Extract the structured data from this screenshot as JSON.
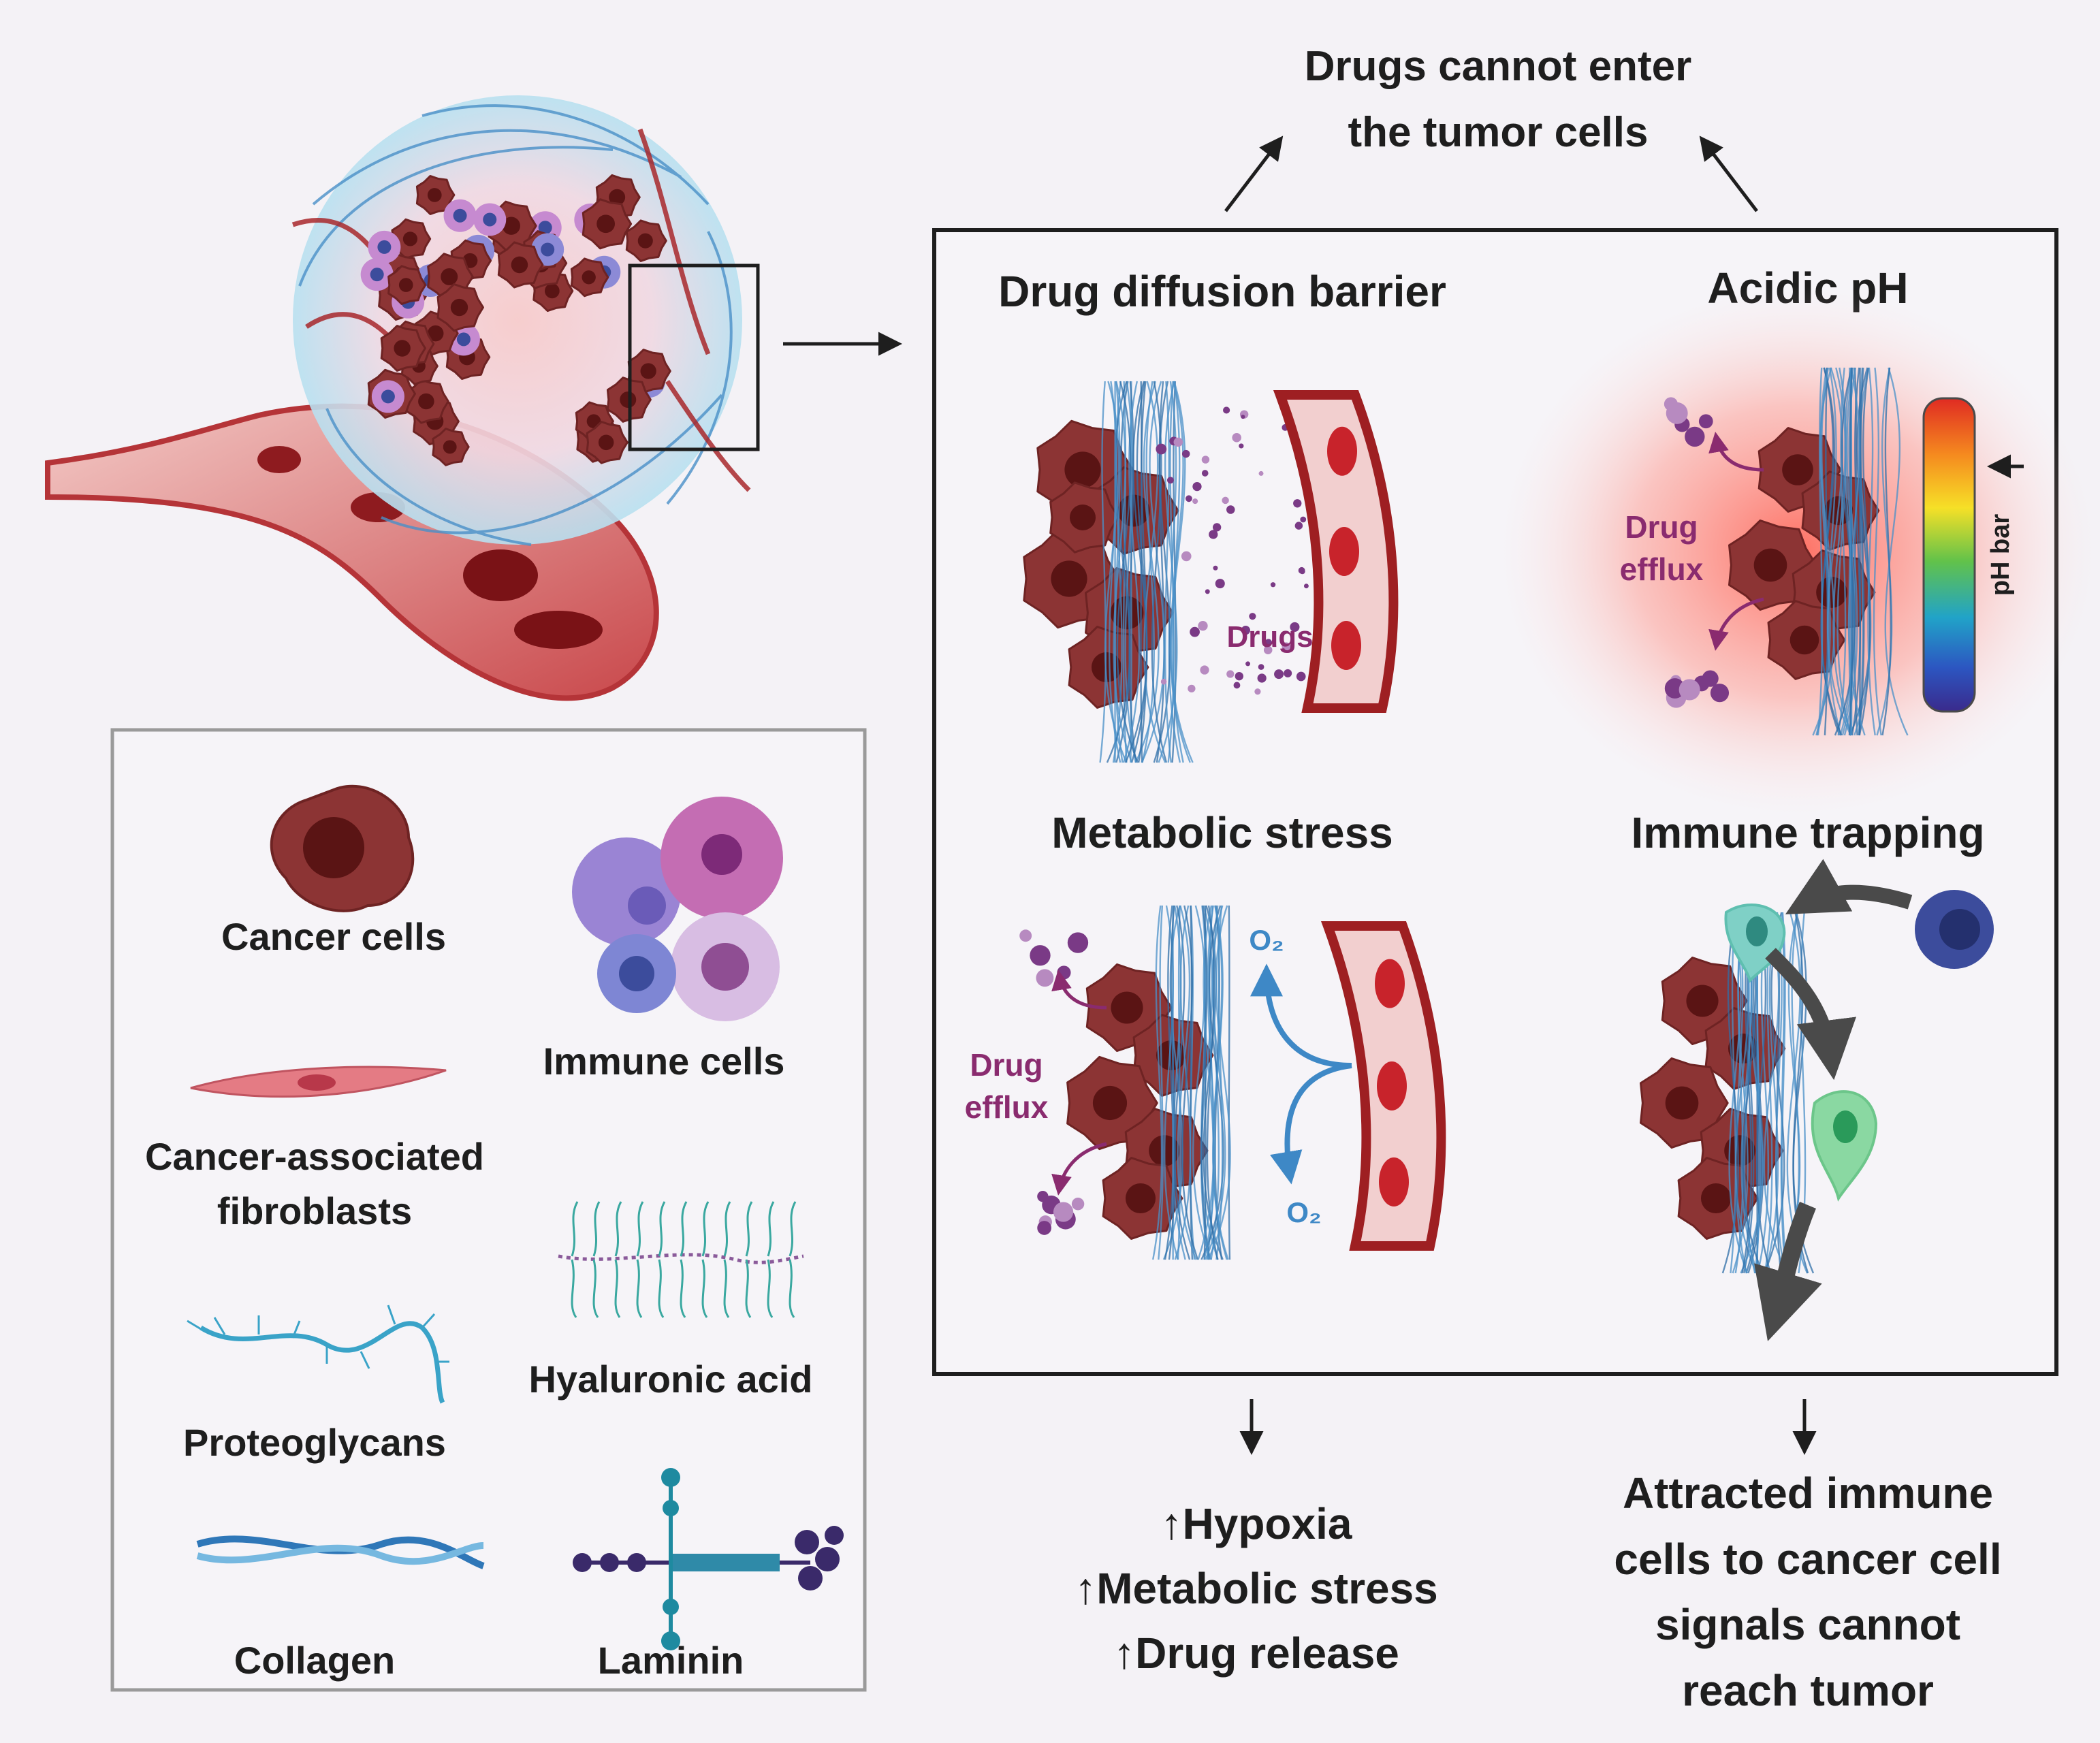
{
  "top_caption": {
    "line1": "Drugs cannot enter",
    "line2": "the tumor cells"
  },
  "panels": {
    "drug_diffusion": {
      "title": "Drug diffusion barrier",
      "label": "Drugs"
    },
    "acidic_ph": {
      "title": "Acidic pH",
      "efflux_line1": "Drug",
      "efflux_line2": "efflux",
      "bar_label": "pH bar"
    },
    "metabolic": {
      "title": "Metabolic stress",
      "efflux_line1": "Drug",
      "efflux_line2": "efflux",
      "o2_top": "O₂",
      "o2_bottom": "O₂"
    },
    "immune": {
      "title": "Immune trapping"
    }
  },
  "outcomes": {
    "metabolic": [
      "↑Hypoxia",
      "↑Metabolic stress",
      "↑Drug release"
    ],
    "immune": [
      "Attracted immune",
      "cells to cancer cell",
      "signals cannot",
      "reach tumor"
    ]
  },
  "legend": {
    "cancer": "Cancer cells",
    "immune": "Immune cells",
    "caf_line1": "Cancer-associated",
    "caf_line2": "fibroblasts",
    "hyaluronic": "Hyaluronic acid",
    "proteoglycans": "Proteoglycans",
    "collagen": "Collagen",
    "laminin": "Laminin"
  },
  "colors": {
    "cancer": "#7a2c2c",
    "cancer_dark": "#4e1717",
    "vessel": "#9e1f22",
    "vessel_light": "#f2cfcf",
    "ecm": "#4a90c8",
    "drug": "#7a3a86",
    "text_purple": "#8a2b6f",
    "o2": "#3e88c6",
    "immune_teal": "#5fbfb0",
    "immune_green": "#6cc68a",
    "immune_blue": "#3c4c9c",
    "arrow_gray": "#4a4a4a",
    "frame": "#1e1e1e",
    "legend_frame": "#9a9a9a"
  }
}
